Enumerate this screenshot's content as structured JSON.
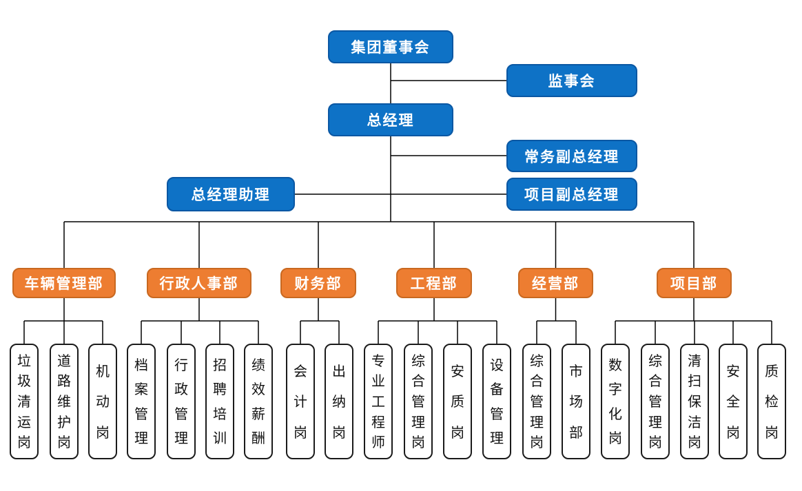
{
  "chart": {
    "type": "org-chart",
    "top": {
      "board": "集团董事会",
      "supervisory": "监事会",
      "general_manager": "总经理",
      "executive_deputy_gm": "常务副总经理",
      "gm_assistant": "总经理助理",
      "project_deputy_gm": "项目副总经理"
    },
    "departments": [
      {
        "label": "车辆管理部",
        "children": [
          "垃圾清运岗",
          "道路维护岗",
          "机动岗"
        ]
      },
      {
        "label": "行政人事部",
        "children": [
          "档案管理",
          "行政管理",
          "招聘培训",
          "绩效薪酬"
        ]
      },
      {
        "label": "财务部",
        "children": [
          "会计岗",
          "出纳岗"
        ]
      },
      {
        "label": "工程部",
        "children": [
          "专业工程师",
          "综合管理岗",
          "安质岗",
          "设备管理"
        ]
      },
      {
        "label": "经营部",
        "children": [
          "综合管理岗",
          "市场部"
        ]
      },
      {
        "label": "项目部",
        "children": [
          "数字化岗",
          "综合管理岗",
          "清扫保洁岗",
          "安全岗",
          "质检岗"
        ]
      }
    ],
    "colors": {
      "executive_fill": "#0E72C6",
      "executive_border": "#0A57A3",
      "department_fill": "#ED7D31",
      "department_border": "#C86820",
      "position_fill": "#FFFFFF",
      "position_border": "#1A1A1A",
      "connector": "#000000"
    }
  }
}
